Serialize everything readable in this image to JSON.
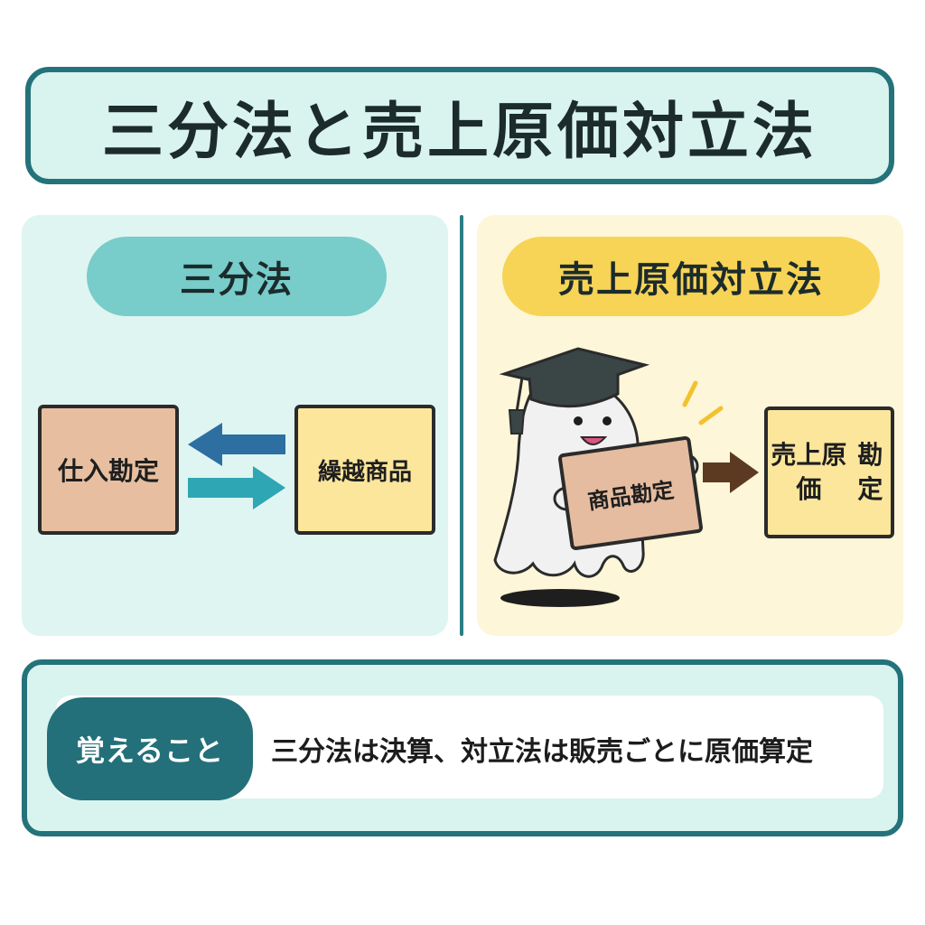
{
  "title": "三分法と売上原価対立法",
  "left_panel": {
    "heading": "三分法",
    "box_left": "仕入勘定",
    "box_right": "繰越商品"
  },
  "right_panel": {
    "heading": "売上原価対立法",
    "sign_text": "商品勘定",
    "target_line1": "売上原価",
    "target_line2": "勘定"
  },
  "remember": {
    "label": "覚えること",
    "text": "三分法は決算、対立法は販売ごとに原価算定"
  },
  "colors": {
    "teal_dark": "#24727a",
    "teal_pill": "#78ccc9",
    "yellow_pill": "#f7d455",
    "box_peach": "#e7bfa0",
    "box_yellow": "#fbe69c",
    "arrow_blue": "#2d6fa0",
    "arrow_teal": "#2fa6b4",
    "arrow_brown": "#5c3a22"
  },
  "icons": [
    "arrow-left-icon",
    "arrow-right-icon",
    "ghost-mascot-icon",
    "graduation-cap-icon",
    "sparkle-icon",
    "arrow-brown-right-icon"
  ]
}
